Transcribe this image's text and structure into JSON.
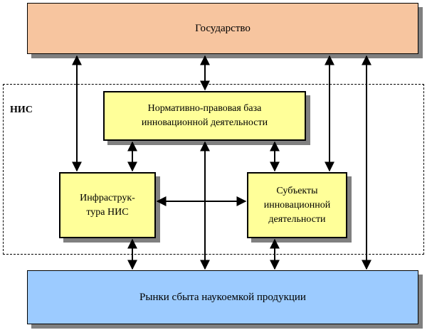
{
  "diagram": {
    "nodes": {
      "state": "Государство",
      "market": "Рынки сбыта наукоемкой продукции",
      "normative": "Нормативно-правовая база\nинновационной деятельности",
      "infrastructure": "Инфраструк-\nтура НИС",
      "subjects": "Субъекты\nинновационной\nдеятельности"
    },
    "nis_label": "НИС",
    "edges": [
      {
        "from": "state",
        "to": "infrastructure",
        "bidirectional": true
      },
      {
        "from": "state",
        "to": "normative",
        "bidirectional": true
      },
      {
        "from": "state",
        "to": "subjects",
        "bidirectional": true
      },
      {
        "from": "state",
        "to": "market",
        "bidirectional": true
      },
      {
        "from": "normative",
        "to": "infrastructure",
        "bidirectional": true
      },
      {
        "from": "normative",
        "to": "subjects",
        "bidirectional": true
      },
      {
        "from": "normative",
        "to": "market",
        "bidirectional": true
      },
      {
        "from": "infrastructure",
        "to": "subjects",
        "bidirectional": true
      },
      {
        "from": "infrastructure",
        "to": "market",
        "bidirectional": true
      },
      {
        "from": "subjects",
        "to": "market",
        "bidirectional": true
      }
    ],
    "colors": {
      "state_fill": "#f7c59f",
      "market_fill": "#9ccbff",
      "inner_fill": "#ffff99",
      "shadow": "#808080"
    }
  }
}
